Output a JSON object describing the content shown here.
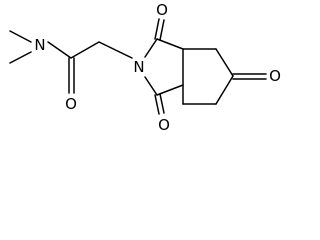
{
  "molecule": {
    "atoms": {
      "amide_nitrogen": "N",
      "amide_oxygen": "O",
      "imide_nitrogen": "N",
      "imide_oxygen_top": "O",
      "imide_oxygen_bottom": "O",
      "ketone_oxygen": "O"
    }
  }
}
